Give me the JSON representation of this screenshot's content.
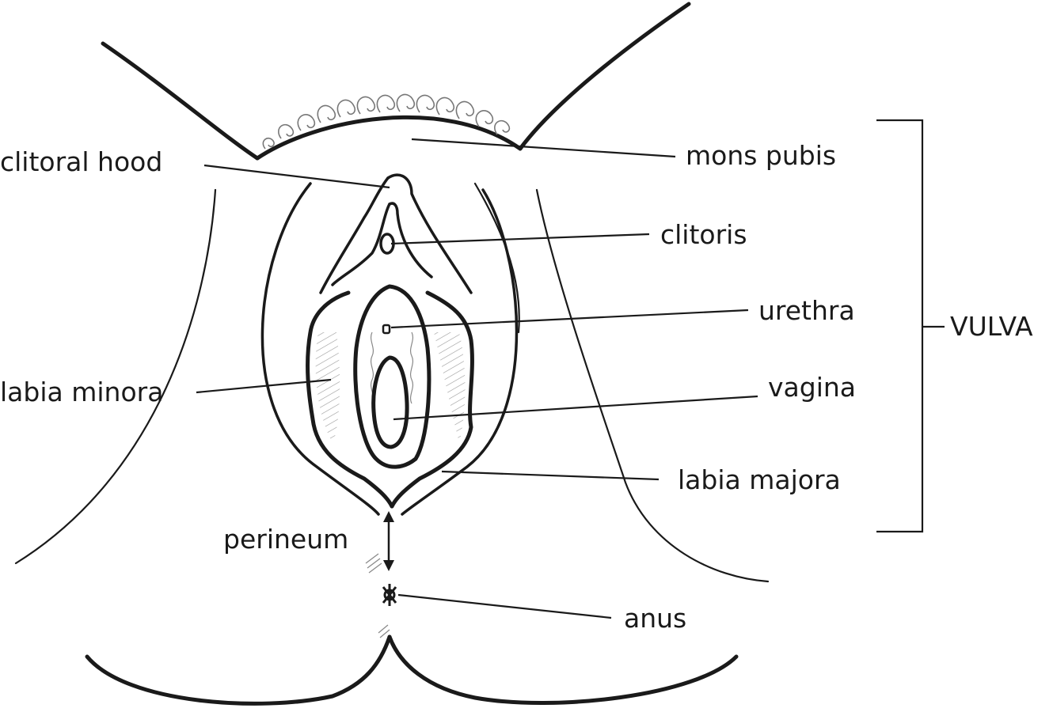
{
  "diagram": {
    "subject": "External female genital anatomy",
    "labels": {
      "clitoral_hood": "clitoral hood",
      "mons_pubis": "mons pubis",
      "clitoris": "clitoris",
      "urethra": "urethra",
      "labia_minora": "labia minora",
      "vagina": "vagina",
      "labia_majora": "labia majora",
      "perineum": "perineum",
      "anus": "anus",
      "vulva": "VULVA"
    },
    "bracket_groups": [
      {
        "label": "VULVA",
        "members": [
          "mons pubis",
          "clitoris",
          "urethra",
          "vagina",
          "labia majora"
        ]
      }
    ],
    "colors": {
      "line": "#1a1a1a",
      "background": "#ffffff",
      "hatching": "#888888"
    }
  }
}
